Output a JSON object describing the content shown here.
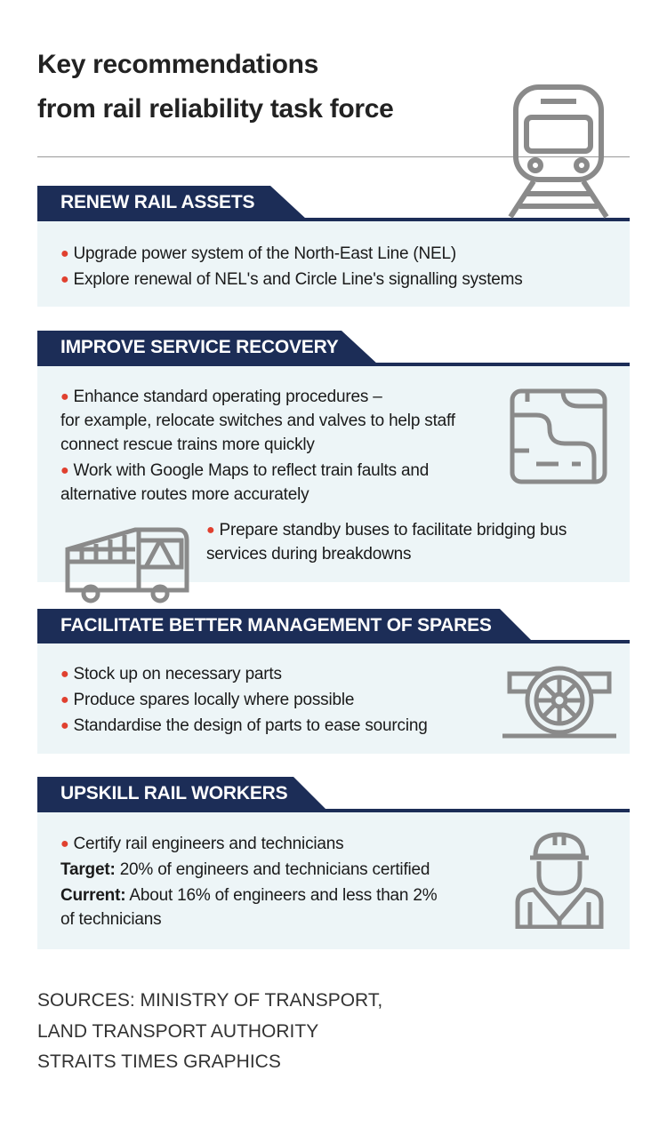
{
  "title": [
    "Key recommendations",
    "from rail reliability task force"
  ],
  "sections": [
    {
      "heading": "RENEW RAIL ASSETS",
      "icon": "train-icon",
      "lines": [
        "Upgrade power system of the North-East Line (NEL)",
        "Explore renewal of NEL's and Circle Line's signalling systems"
      ]
    },
    {
      "heading": "IMPROVE SERVICE RECOVERY",
      "icon": "route-map-icon",
      "lines": [
        "Enhance standard operating procedures –",
        "for example, relocate switches and valves to help staff",
        "connect rescue trains more quickly",
        "Work with Google Maps to reflect train faults and",
        "alternative routes more accurately",
        "Prepare standby buses to facilitate bridging bus",
        "services during breakdowns"
      ]
    },
    {
      "heading": "FACILITATE BETTER MANAGEMENT OF SPARES",
      "icon": "wheel-icon",
      "lines": [
        "Stock up on necessary parts",
        "Produce spares locally where possible",
        "Standardise the design of parts to ease sourcing"
      ]
    },
    {
      "heading": "UPSKILL RAIL WORKERS",
      "icon": "worker-icon",
      "lines": [
        "Certify rail engineers and technicians",
        "20% of engineers and technicians certified",
        "About 16% of engineers and less than 2%",
        "of technicians"
      ],
      "target_label": "Target:",
      "current_label": "Current:"
    }
  ],
  "sources": [
    "SOURCES: MINISTRY OF TRANSPORT,",
    "LAND TRANSPORT AUTHORITY",
    "STRAITS TIMES GRAPHICS"
  ],
  "colors": {
    "navy": "#1c2d57",
    "panel": "#edf5f7",
    "bullet": "#e0402f",
    "icon": "#8a8a8a"
  }
}
